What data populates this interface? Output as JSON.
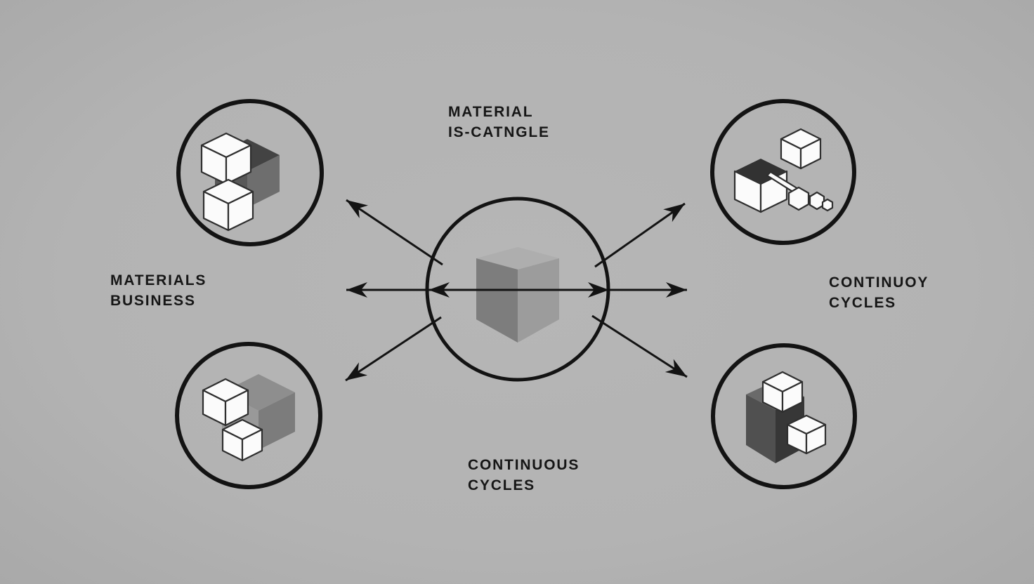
{
  "diagram": {
    "background_color": "#b3b3b3",
    "ink_color": "#131313",
    "labels": {
      "top": {
        "line1": "MATERIAL",
        "line2": "IS-CATNGLE"
      },
      "left": {
        "line1": "MATERIALS",
        "line2": "BUSINESS"
      },
      "right": {
        "line1": "CONTINUOY",
        "line2": "CYCLES"
      },
      "bottom": {
        "line1": "CONTINUOUS",
        "line2": "CYCLES"
      }
    },
    "center_cube": {
      "top_color": "#aeaeae",
      "left_color": "#7d7d7d",
      "right_color": "#9c9c9c"
    },
    "icon_colors": {
      "white_face": "#fbfbfb",
      "outline": "#2f2f2f",
      "dark_top": "#323232",
      "dark_cube_top": "#434343",
      "dark_cube_side": "#6e6e6e",
      "gray_cube_top": "#8e8e8e",
      "gray_cube_side": "#7c7c7c",
      "block_top": "#6a6a6a",
      "block_left": "#505050",
      "block_right": "#373737"
    },
    "nodes": {
      "center": {
        "icon": "gray-cube-icon"
      },
      "top_left": {
        "icon": "two-white-cubes-dark-cube-icon"
      },
      "top_right": {
        "icon": "cube-extraction-arm-icon"
      },
      "bottom_left": {
        "icon": "two-white-cubes-gray-cube-icon"
      },
      "bottom_right": {
        "icon": "dark-block-white-cubes-icon"
      }
    },
    "arrows": [
      "left",
      "right",
      "up-left",
      "down-left",
      "up-right",
      "down-right"
    ]
  }
}
